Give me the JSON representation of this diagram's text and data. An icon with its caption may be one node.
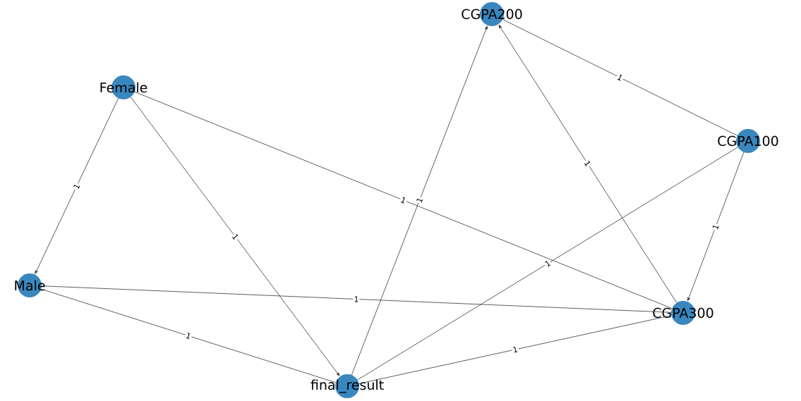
{
  "diagram": {
    "nodes": [
      {
        "text": [
          "CGPA200"
        ]
      },
      {
        "text": [
          "Female"
        ]
      },
      {
        "text": [
          "CGPA100"
        ]
      },
      {
        "text": [
          "Male"
        ]
      },
      {
        "text": [
          "CGPA300"
        ]
      },
      {
        "text": [
          "final_result"
        ]
      }
    ],
    "edges": [
      {
        "from": 1,
        "to": 3,
        "arrow": "to",
        "label": "1"
      },
      {
        "from": 1,
        "to": 5,
        "arrow": "to",
        "label": "1"
      },
      {
        "from": 1,
        "to": 4,
        "arrow": "none",
        "label": "1"
      },
      {
        "from": 3,
        "to": 4,
        "arrow": "none",
        "label": "1"
      },
      {
        "from": 3,
        "to": 5,
        "arrow": "none",
        "label": "1"
      },
      {
        "from": 5,
        "to": 0,
        "arrow": "to",
        "label": "1"
      },
      {
        "from": 5,
        "to": 4,
        "arrow": "none",
        "label": "1"
      },
      {
        "from": 2,
        "to": 5,
        "arrow": "none",
        "label": "1"
      },
      {
        "from": 4,
        "to": 0,
        "arrow": "to",
        "label": "1"
      },
      {
        "from": 0,
        "to": 2,
        "arrow": "none",
        "label": "1"
      },
      {
        "from": 2,
        "to": 4,
        "arrow": "to",
        "label": "1"
      }
    ]
  }
}
